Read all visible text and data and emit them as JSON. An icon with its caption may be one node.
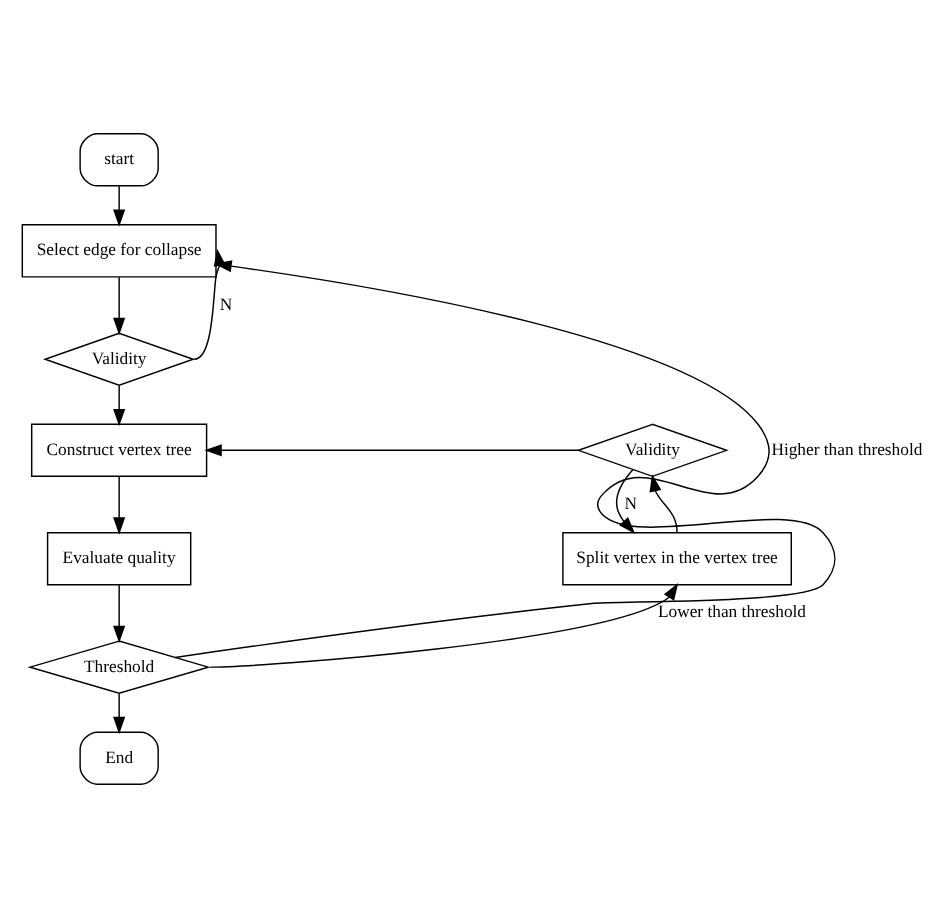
{
  "diagram": {
    "nodes": [
      {
        "text": [
          "start"
        ]
      },
      {
        "text": [
          "Select edge for collapse"
        ]
      },
      {
        "text": [
          "Validity"
        ]
      },
      {
        "text": [
          "Construct vertex tree"
        ]
      },
      {
        "text": [
          "Evaluate quality"
        ]
      },
      {
        "text": [
          "Threshold"
        ]
      },
      {
        "text": [
          "End"
        ]
      },
      {
        "text": [
          "Validity"
        ]
      },
      {
        "text": [
          "Split vertex in the vertex tree"
        ]
      }
    ],
    "edges": [
      {
        "from": 0,
        "to": 1,
        "arrow": "to"
      },
      {
        "from": 1,
        "to": 2,
        "arrow": "to"
      },
      {
        "from": 2,
        "to": 1,
        "arrow": "to",
        "label": "N"
      },
      {
        "from": 2,
        "to": 3,
        "arrow": "to"
      },
      {
        "from": 3,
        "to": 4,
        "arrow": "to"
      },
      {
        "from": 4,
        "to": 5,
        "arrow": "to"
      },
      {
        "from": 5,
        "to": 1,
        "arrow": "to",
        "label": "Higher than threshold"
      },
      {
        "from": 5,
        "to": 8,
        "arrow": "to",
        "label": "Lower than threshold"
      },
      {
        "from": 8,
        "to": 7,
        "arrow": "to"
      },
      {
        "from": 7,
        "to": 3,
        "arrow": "to"
      },
      {
        "from": 7,
        "to": 8,
        "arrow": "to",
        "label": "N"
      },
      {
        "from": 5,
        "to": 6,
        "arrow": "to"
      }
    ]
  }
}
